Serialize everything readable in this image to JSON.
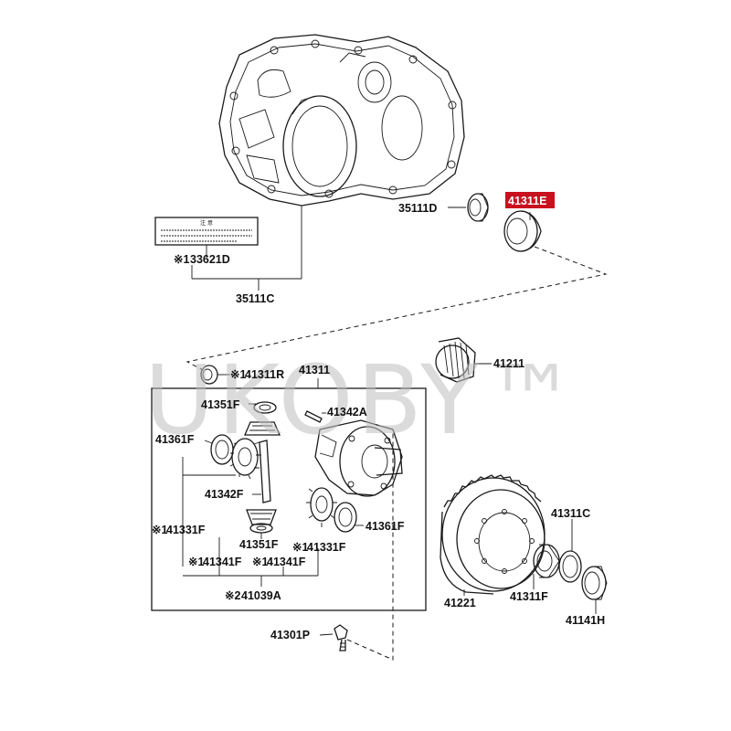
{
  "watermark": {
    "text": "UKOBY™"
  },
  "highlight": {
    "color": "#c8101e",
    "label": "41311E"
  },
  "warning_label": {
    "heading": "注 意"
  },
  "parts": {
    "p35111D": "35111D",
    "p41311E": "41311E",
    "p33621D": "33621D",
    "p35111C": "35111C",
    "p41311R": "41311R",
    "p41311": "41311",
    "p41211": "41211",
    "p41351F_top": "41351F",
    "p41342A": "41342A",
    "p41361F_left": "41361F",
    "p41342F": "41342F",
    "p41331F_left": "41331F",
    "p41351F_bottom": "41351F",
    "p41341F_left": "41341F",
    "p41341F_right": "41341F",
    "p41331F_right": "41331F",
    "p41361F_right": "41361F",
    "p41039A": "41039A",
    "p41301P": "41301P",
    "p41311C": "41311C",
    "p41221": "41221",
    "p41311F": "41311F",
    "p41141H": "41141H"
  },
  "marks": {
    "m1": "※1",
    "m2": "※2"
  }
}
